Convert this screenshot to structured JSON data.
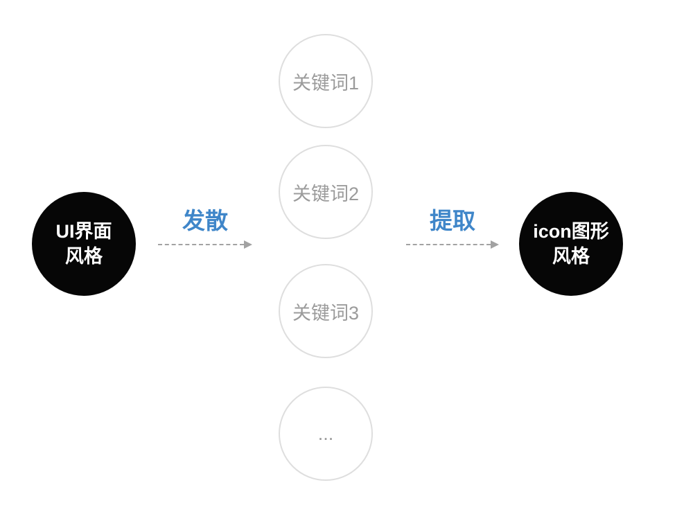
{
  "diagram": {
    "left_node": {
      "line1": "UI界面",
      "line2": "风格"
    },
    "right_node": {
      "line1": "icon图形",
      "line2": "风格"
    },
    "middle_nodes": [
      {
        "label": "关键词1"
      },
      {
        "label": "关键词2"
      },
      {
        "label": "关键词3"
      },
      {
        "label": "..."
      }
    ],
    "arrows": [
      {
        "label": "发散"
      },
      {
        "label": "提取"
      }
    ],
    "colors": {
      "accent_blue": "#3f86c9",
      "node_black": "#060606",
      "keyword_border": "#dedede",
      "keyword_text": "#9b9b9b",
      "arrow_gray": "#a2a2a2"
    }
  }
}
